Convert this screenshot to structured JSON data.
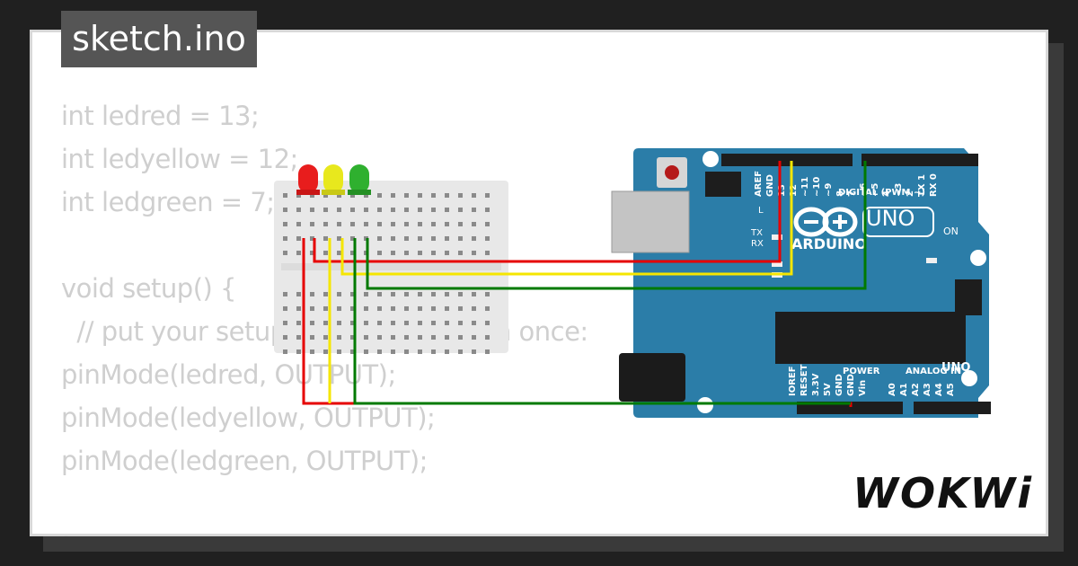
{
  "header": {
    "file_name": "sketch.ino"
  },
  "code_lines": [
    "int ledred = 13;",
    "int ledyellow = 12;",
    "int ledgreen = 7;",
    "",
    "void setup() {",
    "  // put your setup code here, to run once:",
    "pinMode(ledred, OUTPUT);",
    "pinMode(ledyellow, OUTPUT);",
    "pinMode(ledgreen, OUTPUT);",
    "",
    "}"
  ],
  "board": {
    "name": "UNO",
    "brand": "ARDUINO",
    "digital_label": "DIGITAL (PWM ~)",
    "power_label": "POWER",
    "analog_label": "ANALOG IN",
    "on_label": "ON",
    "l_label": "L",
    "tx_label": "TX",
    "rx_label": "RX",
    "digital_pins": [
      "AREF",
      "GND",
      "13",
      "12",
      "~11",
      "~10",
      "~9",
      "8",
      "7",
      "~6",
      "~5",
      "4",
      "~3",
      "2",
      "TX 1",
      "RX 0"
    ],
    "power_pins": [
      "IOREF",
      "RESET",
      "3.3V",
      "5V",
      "GND",
      "GND",
      "Vin"
    ],
    "analog_pins": [
      "A0",
      "A1",
      "A2",
      "A3",
      "A4",
      "A5"
    ]
  },
  "leds": [
    {
      "color": "red",
      "hex": "#e81d1d"
    },
    {
      "color": "yellow",
      "hex": "#e8e81d"
    },
    {
      "color": "green",
      "hex": "#2fb02f"
    }
  ],
  "wire_colors": {
    "red": "#e60000",
    "yellow": "#f5e600",
    "green": "#007a00"
  },
  "footer": {
    "logo": "WOKWi"
  }
}
